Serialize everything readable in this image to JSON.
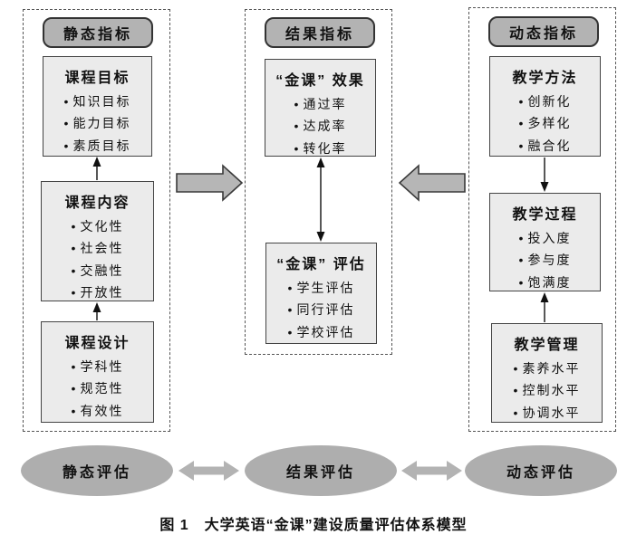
{
  "figure": {
    "caption": "图 1　大学英语“金课”建设质量评估体系模型"
  },
  "glyphs": {
    "bullet": "•"
  },
  "colors": {
    "header_fill": "#b3b3b3",
    "box_fill": "#ebebeb",
    "ellipse_fill": "#aeaeae",
    "arrow_fill": "#b6b6b6",
    "connector_fill": "#b3b3b3",
    "border_dark": "#333333"
  },
  "columns": {
    "static": {
      "header": "静态指标",
      "boxes": [
        {
          "title": "课程目标",
          "items": [
            "知识目标",
            "能力目标",
            "素质目标"
          ]
        },
        {
          "title": "课程内容",
          "items": [
            "文化性",
            "社会性",
            "交融性",
            "开放性"
          ]
        },
        {
          "title": "课程设计",
          "items": [
            "学科性",
            "规范性",
            "有效性"
          ]
        }
      ]
    },
    "result": {
      "header": "结果指标",
      "boxes": [
        {
          "title": "“金课” 效果",
          "items": [
            "通过率",
            "达成率",
            "转化率"
          ]
        },
        {
          "title": "“金课” 评估",
          "items": [
            "学生评估",
            "同行评估",
            "学校评估"
          ]
        }
      ]
    },
    "dynamic": {
      "header": "动态指标",
      "boxes": [
        {
          "title": "教学方法",
          "items": [
            "创新化",
            "多样化",
            "融合化"
          ]
        },
        {
          "title": "教学过程",
          "items": [
            "投入度",
            "参与度",
            "饱满度"
          ]
        },
        {
          "title": "教学管理",
          "items": [
            "素养水平",
            "控制水平",
            "协调水平"
          ]
        }
      ]
    }
  },
  "bottom": {
    "ellipses": [
      "静态评估",
      "结果评估",
      "动态评估"
    ]
  }
}
